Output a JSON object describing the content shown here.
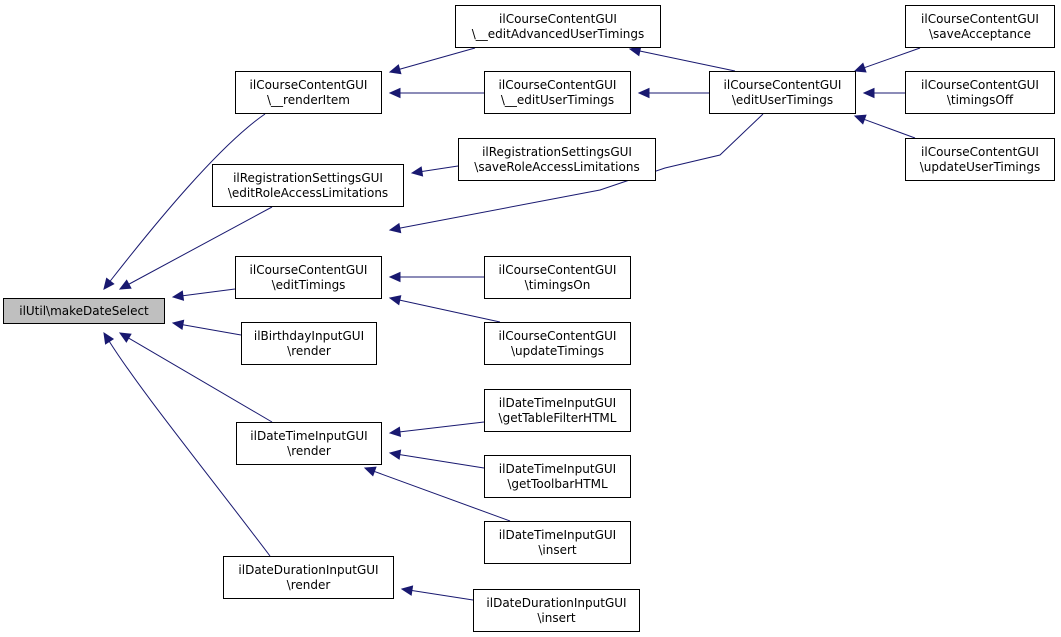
{
  "diagram": {
    "edge_color": "#191970",
    "root_fill": "#bfbfbf",
    "nodes": {
      "root": {
        "line1": "ilUtil\\makeDateSelect",
        "line2": ""
      },
      "render_item": {
        "line1": "ilCourseContentGUI",
        "line2": "\\__renderItem"
      },
      "edit_adv_timings": {
        "line1": "ilCourseContentGUI",
        "line2": "\\__editAdvancedUserTimings"
      },
      "edit_user_timings_private": {
        "line1": "ilCourseContentGUI",
        "line2": "\\__editUserTimings"
      },
      "edit_user_timings": {
        "line1": "ilCourseContentGUI",
        "line2": "\\editUserTimings"
      },
      "save_acceptance": {
        "line1": "ilCourseContentGUI",
        "line2": "\\saveAcceptance"
      },
      "timings_off": {
        "line1": "ilCourseContentGUI",
        "line2": "\\timingsOff"
      },
      "update_user_timings": {
        "line1": "ilCourseContentGUI",
        "line2": "\\updateUserTimings"
      },
      "edit_role_access": {
        "line1": "ilRegistrationSettingsGUI",
        "line2": "\\editRoleAccessLimitations"
      },
      "save_role_access": {
        "line1": "ilRegistrationSettingsGUI",
        "line2": "\\saveRoleAccessLimitations"
      },
      "edit_timings": {
        "line1": "ilCourseContentGUI",
        "line2": "\\editTimings"
      },
      "timings_on": {
        "line1": "ilCourseContentGUI",
        "line2": "\\timingsOn"
      },
      "update_timings": {
        "line1": "ilCourseContentGUI",
        "line2": "\\updateTimings"
      },
      "birthday_render": {
        "line1": "ilBirthdayInputGUI",
        "line2": "\\render"
      },
      "datetime_render": {
        "line1": "ilDateTimeInputGUI",
        "line2": "\\render"
      },
      "get_table_filter": {
        "line1": "ilDateTimeInputGUI",
        "line2": "\\getTableFilterHTML"
      },
      "get_toolbar": {
        "line1": "ilDateTimeInputGUI",
        "line2": "\\getToolbarHTML"
      },
      "datetime_insert": {
        "line1": "ilDateTimeInputGUI",
        "line2": "\\insert"
      },
      "duration_render": {
        "line1": "ilDateDurationInputGUI",
        "line2": "\\render"
      },
      "duration_insert": {
        "line1": "ilDateDurationInputGUI",
        "line2": "\\insert"
      }
    }
  }
}
